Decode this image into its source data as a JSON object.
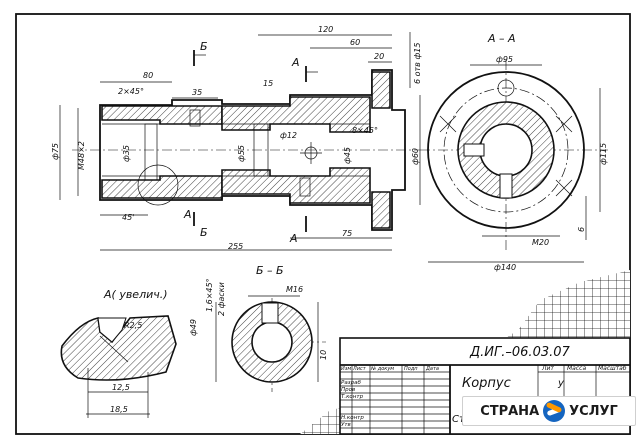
{
  "document": {
    "code": "Д.ИГ.–06.03.07",
    "part_name": "Корпус",
    "stamp_headers": [
      "Лит",
      "Масса",
      "Масштаб"
    ],
    "stamp_litera": "у",
    "stamp_row_labels": [
      "Изм",
      "Лист",
      "№ докум",
      "Подп",
      "Дата",
      "Разраб",
      "Пров",
      "Т.контр",
      "Н.контр",
      "Утв"
    ],
    "stamp_bottom_text": "Ст"
  },
  "main_view": {
    "dimensions": [
      "120",
      "60",
      "20",
      "80",
      "2×45°",
      "35",
      "15",
      "6 отв ф15",
      "ф75",
      "М48×2",
      "ф35",
      "ф55",
      "ф12",
      "8×45°",
      "ф45",
      "ф60",
      "45'",
      "255",
      "75"
    ],
    "section_marks": [
      "Б",
      "Б",
      "А",
      "А",
      "А"
    ]
  },
  "section_aa": {
    "title": "А – А",
    "dimensions": [
      "ф95",
      "ф115",
      "М20",
      "6",
      "ф140"
    ]
  },
  "section_bb": {
    "title": "Б – Б",
    "dimensions": [
      "ф49",
      "1,6×45°",
      "2 фаски",
      "М16",
      "10"
    ]
  },
  "detail_a": {
    "title": "А( увелич.)",
    "dimensions": [
      "R2,5",
      "12,5",
      "18,5"
    ]
  },
  "watermark": {
    "left": "СТРАНА",
    "right": "УСЛУГ"
  }
}
